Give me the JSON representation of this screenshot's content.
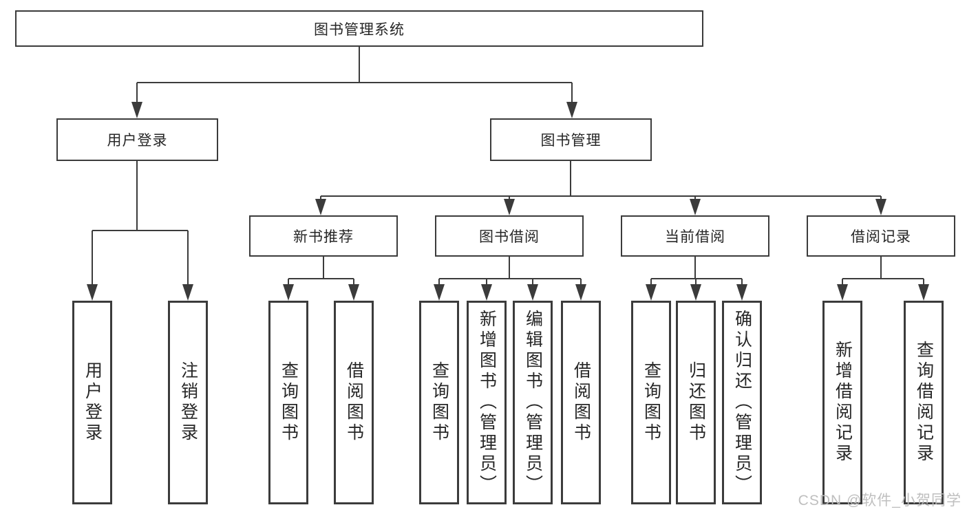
{
  "nodes": {
    "root": "图书管理系统",
    "level1": [
      "用户登录",
      "图书管理"
    ],
    "level2": [
      "新书推荐",
      "图书借阅",
      "当前借阅",
      "借阅记录"
    ],
    "leaves": {
      "login": [
        "用户登录",
        "注销登录"
      ],
      "recommend": [
        "查询图书",
        "借阅图书"
      ],
      "borrow": [
        "查询图书",
        "新增图书（管理员）",
        "编辑图书（管理员）",
        "借阅图书"
      ],
      "current": [
        "查询图书",
        "归还图书",
        "确认归还（管理员）"
      ],
      "records": [
        "新增借阅记录",
        "查询借阅记录"
      ]
    }
  },
  "watermark": "CSDN @软件_小贺同学",
  "colors": {
    "line": "#3b3b3b",
    "text": "#262626",
    "watermark": "#bcbcbc",
    "background": "#ffffff"
  }
}
